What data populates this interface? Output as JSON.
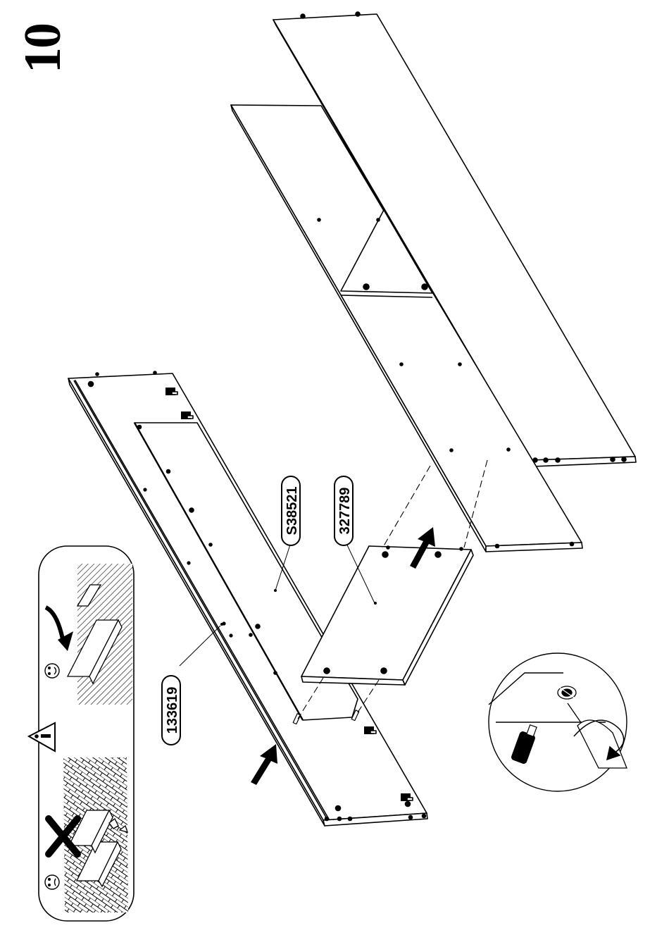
{
  "step": {
    "number": "10"
  },
  "parts": {
    "rail": {
      "code": "133619"
    },
    "back_panel": {
      "code": "S38521"
    },
    "shelf": {
      "code": "327789"
    }
  },
  "warning_panel": {
    "wrong_icon": "sad-face-icon",
    "caution_icon": "exclamation-triangle-icon",
    "right_icon": "smiley-face-icon"
  },
  "detail_inset": {
    "tool_icon": "screwdriver-icon",
    "motion_icon": "clockwise-rotation-arrow-icon"
  }
}
